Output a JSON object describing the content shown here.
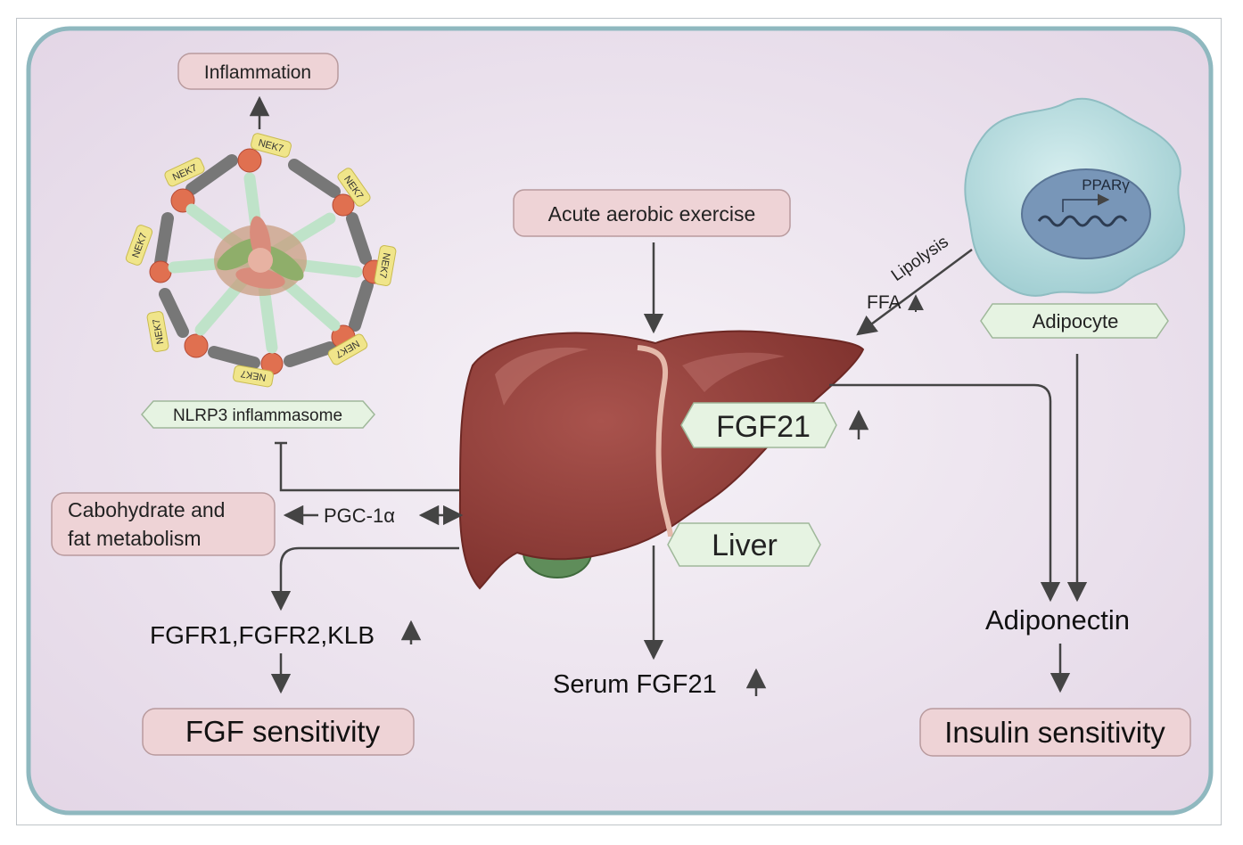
{
  "labels": {
    "inflammation": "Inflammation",
    "nek7": "NEK7",
    "nlrp3": "NLRP3 inflammasome",
    "acute_exercise": "Acute aerobic exercise",
    "ppar": "PPARγ",
    "lipolysis": "Lipolysis",
    "ffa": "FFA",
    "adipocyte": "Adipocyte",
    "fgf21": "FGF21",
    "liver": "Liver",
    "carb_line1": "Cabohydrate and",
    "carb_line2": "fat metabolism",
    "pgc": "PGC-1α",
    "fgfr": "FGFR1,FGFR2,KLB",
    "fgf_sensitivity": "FGF sensitivity",
    "serum_fgf21": "Serum FGF21",
    "adiponectin": "Adiponectin",
    "insulin_sensitivity": "Insulin sensitivity"
  },
  "colors": {
    "panel_stroke": "#8fb8bf",
    "pink_box": "#eed3d6",
    "green_box": "#e6f3e2",
    "liver": "#8f3c37",
    "adipocyte": "#bfe0e2",
    "arrow": "#444444"
  }
}
